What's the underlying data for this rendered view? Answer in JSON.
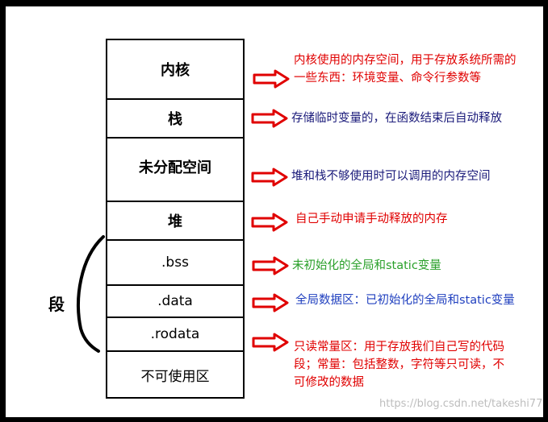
{
  "memory_layout": {
    "segments": [
      {
        "id": "kernel",
        "label": "内核"
      },
      {
        "id": "stack",
        "label": "栈"
      },
      {
        "id": "unallocated",
        "label": "未分配空间"
      },
      {
        "id": "heap",
        "label": "堆"
      },
      {
        "id": "bss",
        "label": ".bss"
      },
      {
        "id": "data",
        "label": ".data"
      },
      {
        "id": "rodata",
        "label": ".rodata"
      },
      {
        "id": "unusable",
        "label": "不可使用区"
      }
    ],
    "side_label": "段"
  },
  "annotations": {
    "kernel": "内核使用的内存空间，用于存放系统所需的\n一些东西：环境变量、命令行参数等",
    "stack": "存储临时变量的，在函数结束后自动释放",
    "unallocated": "堆和栈不够使用时可以调用的内存空间",
    "heap": "自己手动申请手动释放的内存",
    "bss": "未初始化的全局和static变量",
    "data": "全局数据区：已初始化的全局和static变量",
    "rodata": "只读常量区：用于存放我们自己写的代码\n段；常量：包括整数，字符等只可读，不\n可修改的数据"
  },
  "colors": {
    "arrow_outline": "#e00000",
    "red_text": "#e00000",
    "navy_text": "#1a1a7a",
    "green_text": "#2aa02a",
    "blue_text": "#1f3fbf"
  },
  "watermark": "https://blog.csdn.net/takeshi77"
}
